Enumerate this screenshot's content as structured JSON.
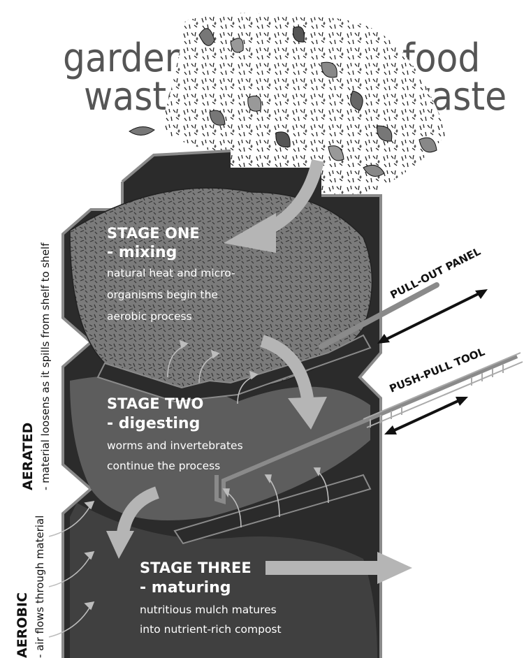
{
  "headings": {
    "garden_line1": "garden",
    "garden_line2": "waste",
    "food_line1": "food",
    "food_line2": "waste"
  },
  "stages": [
    {
      "title": "STAGE ONE",
      "subtitle": "- mixing",
      "desc": [
        "natural heat and micro-",
        "organisms begin the",
        "aerobic process"
      ]
    },
    {
      "title": "STAGE TWO",
      "subtitle": "- digesting",
      "desc": [
        "worms and invertebrates",
        "continue the process"
      ]
    },
    {
      "title": "STAGE THREE",
      "subtitle": "- maturing",
      "desc": [
        "nutritious mulch matures",
        "into nutrient-rich compost"
      ]
    }
  ],
  "labels": {
    "pull_out_panel": "PULL-OUT PANEL",
    "push_pull_tool": "PUSH-PULL TOOL"
  },
  "side": {
    "aerated_bold": "AERATED",
    "aerated_text": "- material loosens as it spills from shelf to shelf",
    "aerobic_bold": "AEROBIC",
    "aerobic_text": "- air flows through material"
  },
  "colors": {
    "bin_dark": "#2b2b2b",
    "stage1_fill": "#7b7b7b",
    "stage2_fill": "#5d5d5d",
    "stage3_fill": "#404040",
    "arrow_grey": "#b5b5b5",
    "outline": "#8a8a8a"
  }
}
